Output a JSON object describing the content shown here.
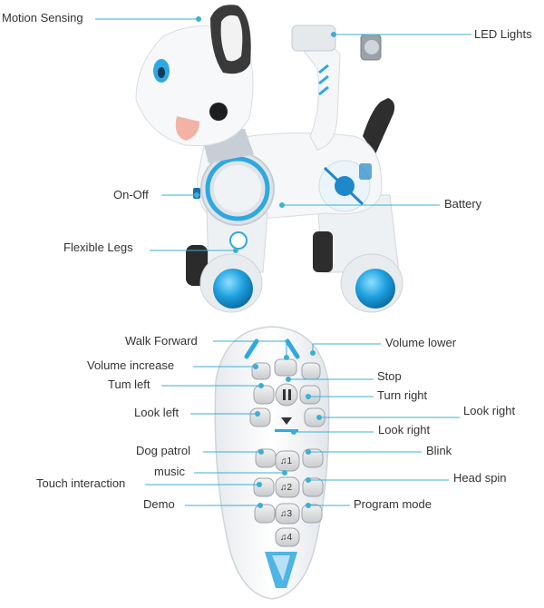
{
  "robot_labels": {
    "motion_sensing": "Motion Sensing",
    "led_lights": "LED Lights",
    "on_off": "On-Off",
    "battery": "Battery",
    "flexible_legs": "Flexible Legs"
  },
  "remote_labels": {
    "walk_forward": "Walk Forward",
    "volume_lower": "Volume lower",
    "volume_increase": "Volume increase",
    "turn_left": "Tum left",
    "stop": "Stop",
    "turn_right": "Turn right",
    "look_left": "Look left",
    "look_right_1": "Look right",
    "look_right_2": "Look right",
    "dog_patrol": "Dog patrol",
    "blink": "Blink",
    "music": "music",
    "touch_interaction": "Touch interaction",
    "head_spin": "Head spin",
    "demo": "Demo",
    "program_mode": "Program mode"
  },
  "remote_buttons": {
    "music_1": "♫1",
    "music_2": "♫2",
    "music_3": "♫3",
    "music_4": "♫4"
  },
  "colors": {
    "leader_line": "#3ab0d6",
    "accent_blue": "#2fa8e0",
    "shell_white": "#f4f6f8",
    "dark_gray": "#3a3a3a"
  }
}
